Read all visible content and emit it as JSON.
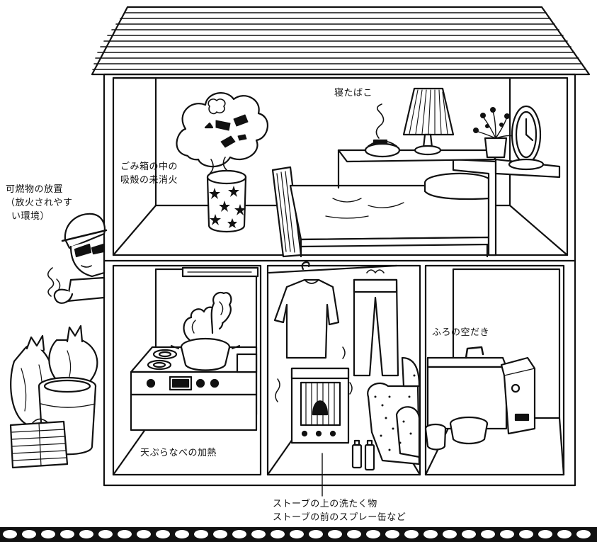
{
  "labels": {
    "sleep_smoking": "寝たばこ",
    "trash_cigarette_line1": "ごみ箱の中の",
    "trash_cigarette_line2": "吸殻の未消火",
    "combustibles_line1": "可燃物の放置",
    "combustibles_line2": "（放火されやす",
    "combustibles_line3": "い環境）",
    "bath": "ふろの空だき",
    "tempura": "天ぷらなべの加熱",
    "stove_line1": "ストーブの上の洗たく物",
    "stove_line2": "ストーブの前のスプレー缶など"
  },
  "icons": {
    "house": "house-cross-section",
    "arsonist": "arsonist-figure",
    "trash": "garbage-bags-and-bin",
    "bed": "bed",
    "lamp": "table-lamp",
    "ashtray": "ashtray",
    "clock": "clock",
    "flowers": "flower-vase",
    "wastebin": "star-wastebin",
    "smoke_cloud": "smoke-cloud",
    "kitchen_stove": "kitchen-stove",
    "tempura_pot": "tempura-pot",
    "oil_heater": "oil-heater",
    "laundry": "hanging-laundry",
    "sofa": "armchair",
    "spray_cans": "spray-cans",
    "bathtub": "bathtub",
    "boiler": "bath-boiler",
    "border": "scalloped-border"
  },
  "colors": {
    "ink": "#111111",
    "paper": "#ffffff"
  }
}
